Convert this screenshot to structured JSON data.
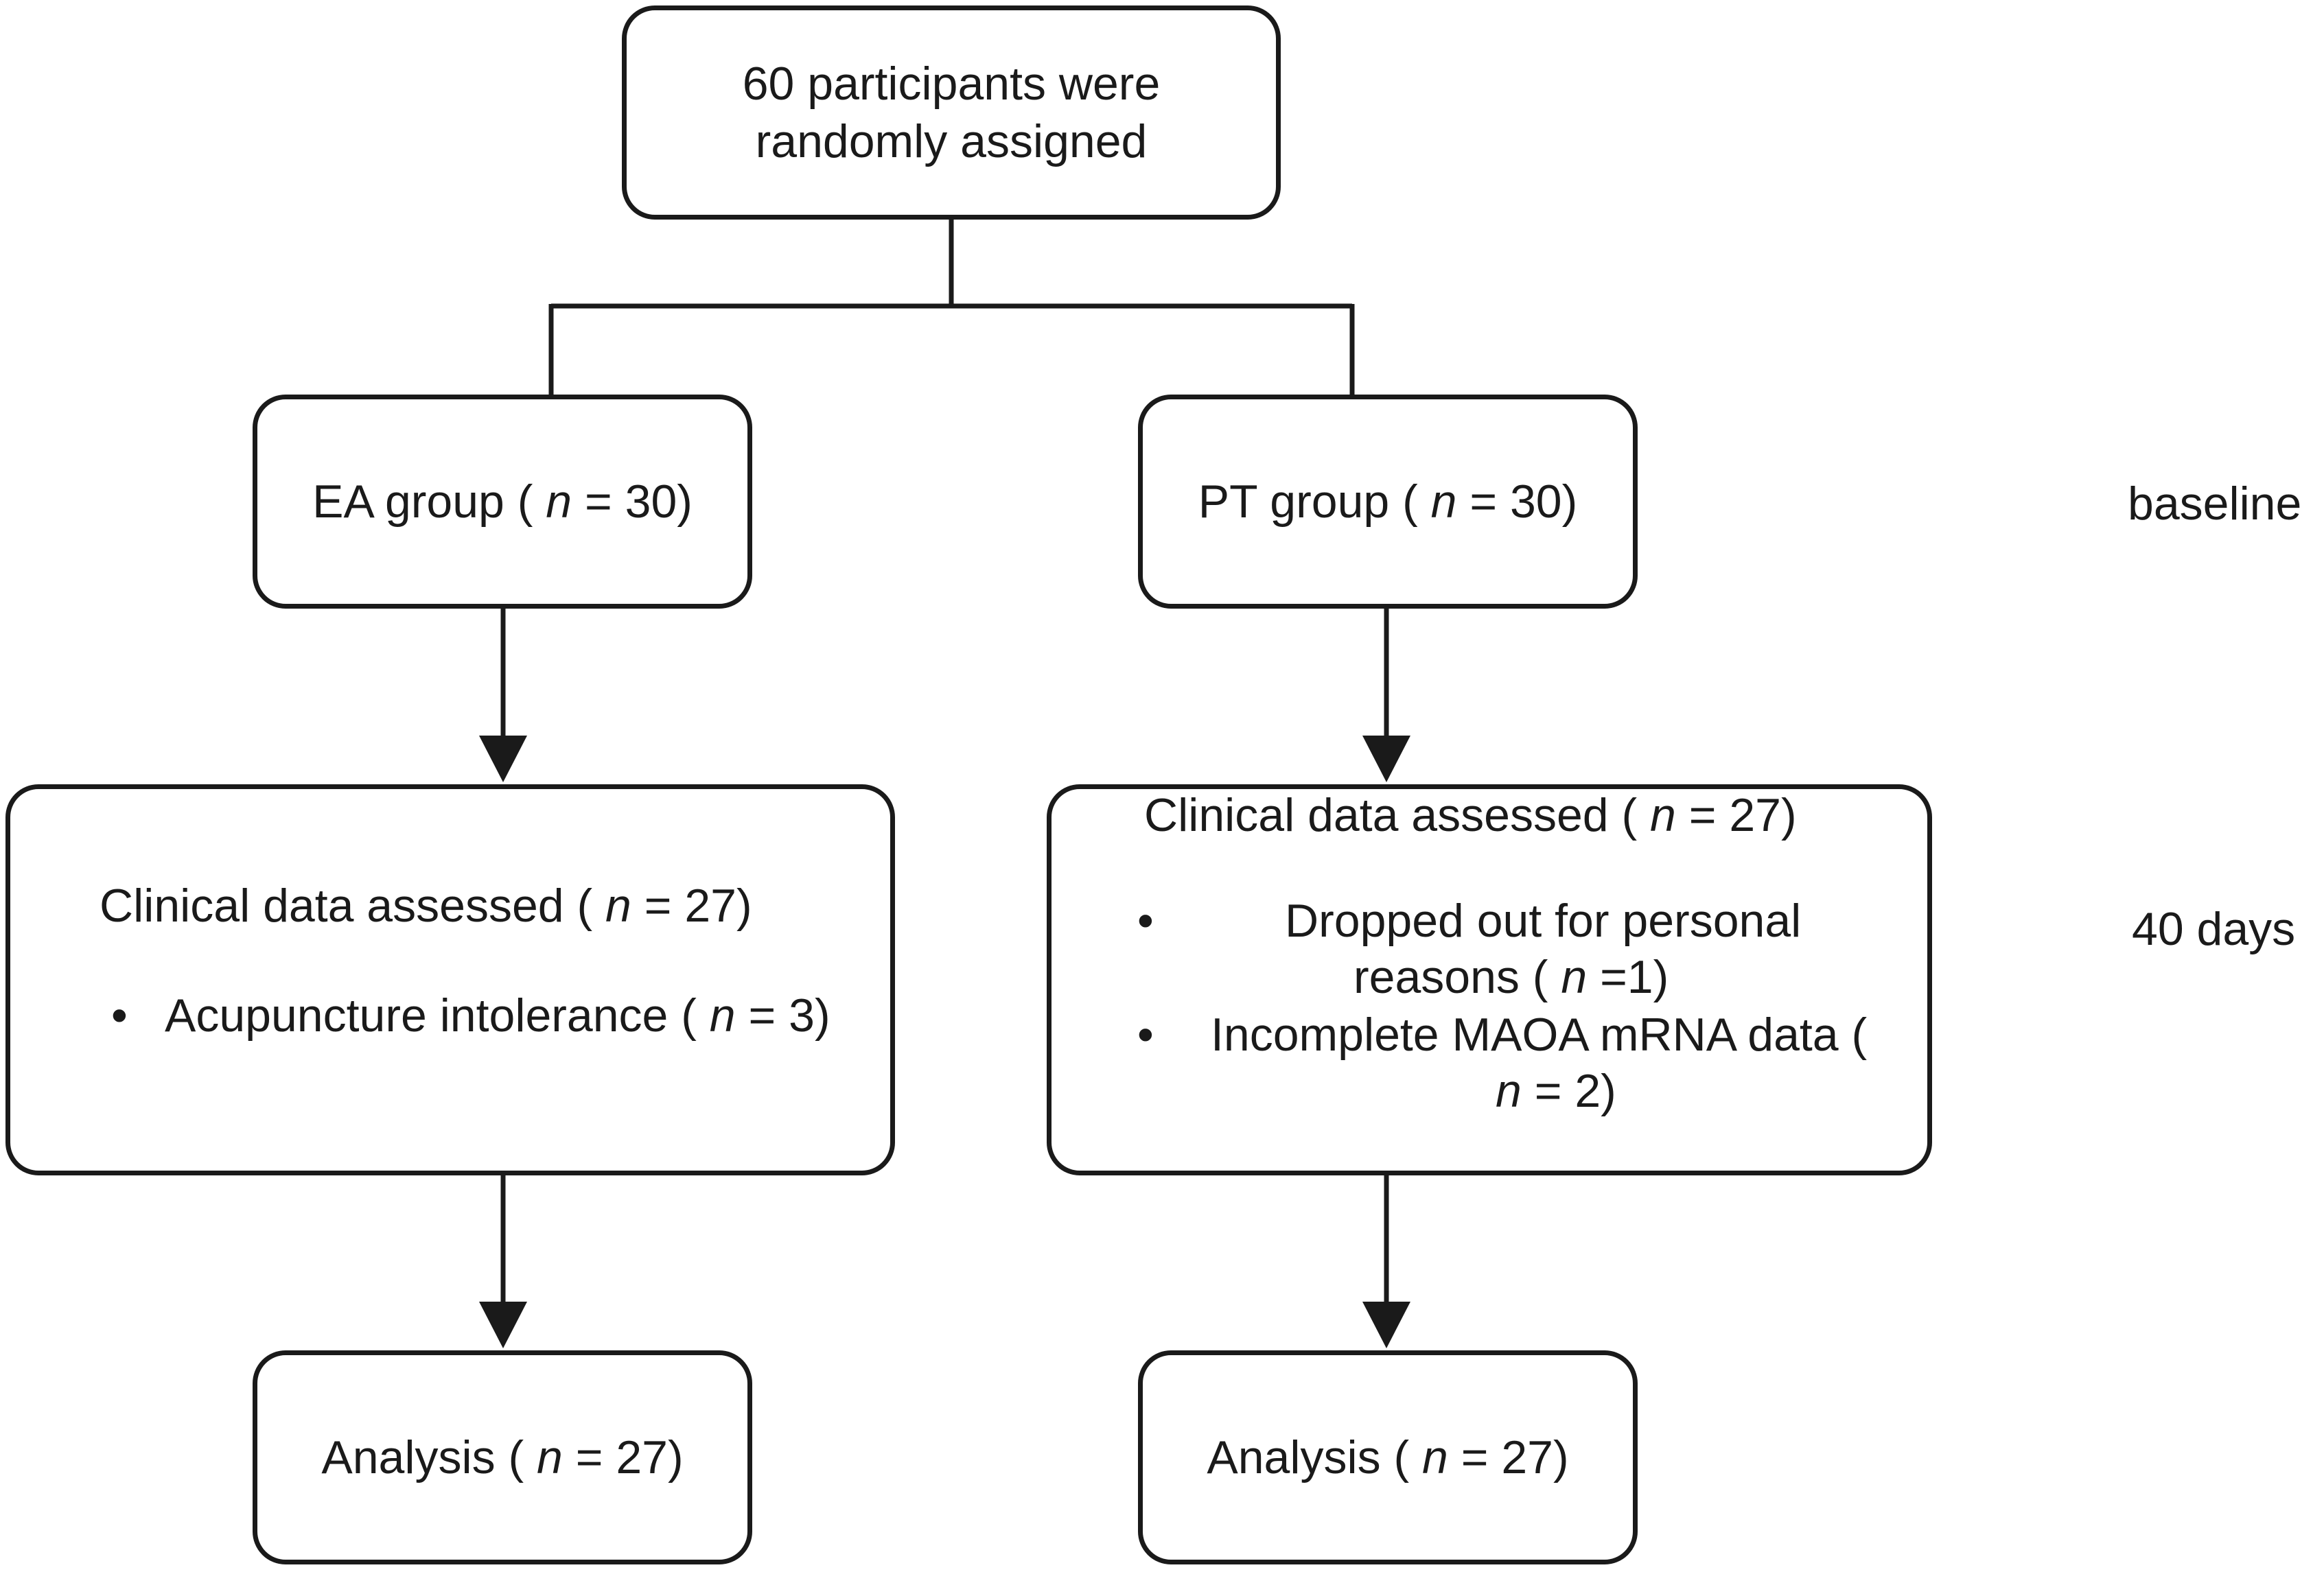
{
  "top": {
    "line1": "60 participants were",
    "line2": "randomly assigned"
  },
  "ea_group": {
    "pre": "EA group ( ",
    "n": "n",
    "post": " = 30)"
  },
  "pt_group": {
    "pre": "PT group ( ",
    "n": "n",
    "post": " = 30)"
  },
  "ea_assessed": {
    "title_pre": "Clinical data assessed ( ",
    "title_n": "n",
    "title_post": " = 27)",
    "bullets": [
      {
        "pre": "Acupuncture intolerance ( ",
        "n": "n",
        "post": " = 3)"
      }
    ]
  },
  "pt_assessed": {
    "title_pre": "Clinical data assessed ( ",
    "title_n": "n",
    "title_post": " = 27)",
    "bullets": [
      {
        "line1": "Dropped out for personal",
        "line2_pre": "reasons ( ",
        "line2_n": "n",
        "line2_post": " =1)"
      },
      {
        "line1": "Incomplete MAOA mRNA data (",
        "line2_n": "n",
        "line2_post": " = 2)"
      }
    ]
  },
  "ea_analysis": {
    "pre": "Analysis ( ",
    "n": "n",
    "post": " = 27)"
  },
  "pt_analysis": {
    "pre": "Analysis ( ",
    "n": "n",
    "post": " = 27)"
  },
  "side_labels": {
    "baseline": "baseline",
    "followup": "40 days"
  },
  "bullet_char": "•"
}
